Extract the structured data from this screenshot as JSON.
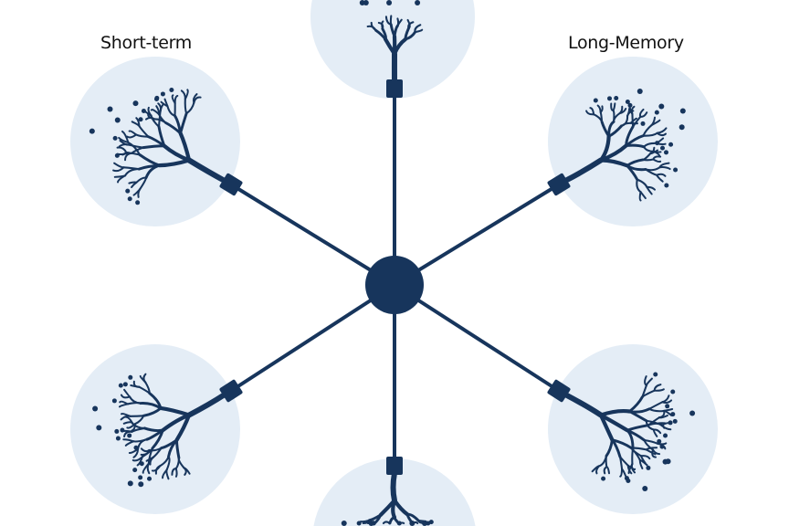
{
  "labels": {
    "top_left": "Short-term",
    "top_right": "Long-Memory"
  },
  "colors": {
    "line": "#17355c",
    "node_fill": "#e4edf6",
    "hub": "#17355c"
  },
  "nodes": [
    "top",
    "top-left",
    "top-right",
    "bottom-left",
    "bottom-right",
    "bottom"
  ]
}
